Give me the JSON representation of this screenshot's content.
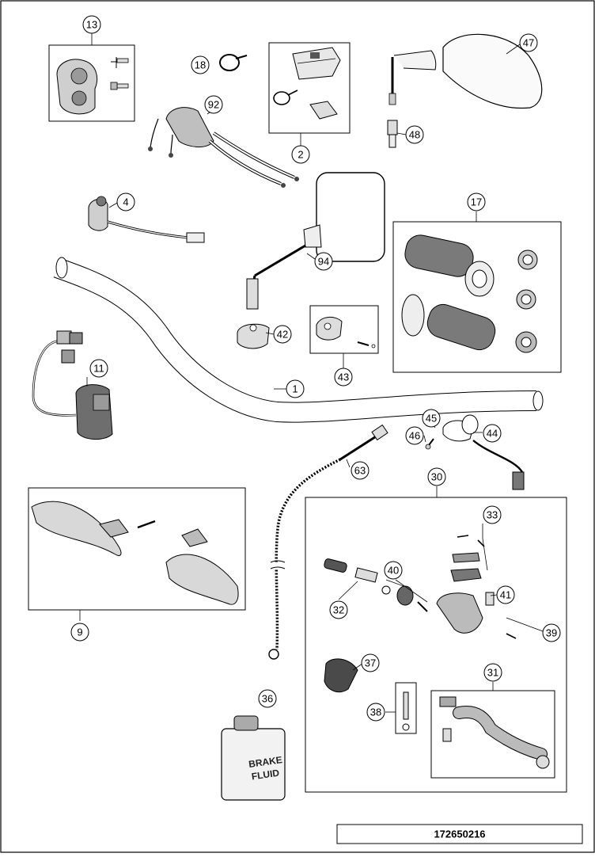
{
  "diagram": {
    "document_number": "172650216",
    "brake_fluid_label": [
      "BRAKE",
      "FLUID"
    ],
    "callouts": {
      "c1": "1",
      "c2": "2",
      "c4": "4",
      "c9": "9",
      "c11": "11",
      "c13": "13",
      "c17": "17",
      "c18": "18",
      "c30": "30",
      "c31": "31",
      "c32": "32",
      "c33": "33",
      "c36": "36",
      "c37": "37",
      "c38": "38",
      "c39": "39",
      "c40": "40",
      "c41": "41",
      "c42": "42",
      "c43": "43",
      "c44": "44",
      "c45": "45",
      "c46": "46",
      "c47": "47",
      "c48": "48",
      "c63": "63",
      "c92": "92",
      "c94": "94"
    }
  }
}
